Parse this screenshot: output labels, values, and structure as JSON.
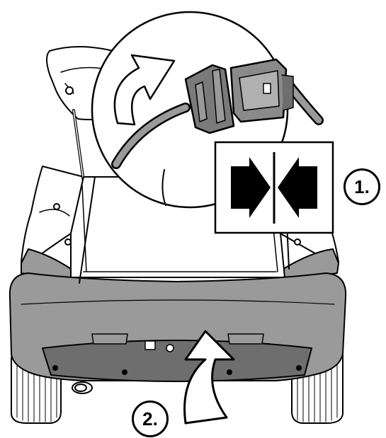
{
  "steps": [
    {
      "label": "1.",
      "action": "connect-connector"
    },
    {
      "label": "2.",
      "action": "fit-bumper-cover"
    }
  ],
  "icons": [
    "press-together-icon",
    "curved-arrow-icon",
    "upward-curved-arrow-icon",
    "electrical-connector-icon"
  ],
  "colors": {
    "line": "#000000",
    "bumper": "#9a9a9a",
    "bumper_shadow": "#6e6e6e",
    "tire": "#cfcfcf",
    "background": "#ffffff"
  }
}
